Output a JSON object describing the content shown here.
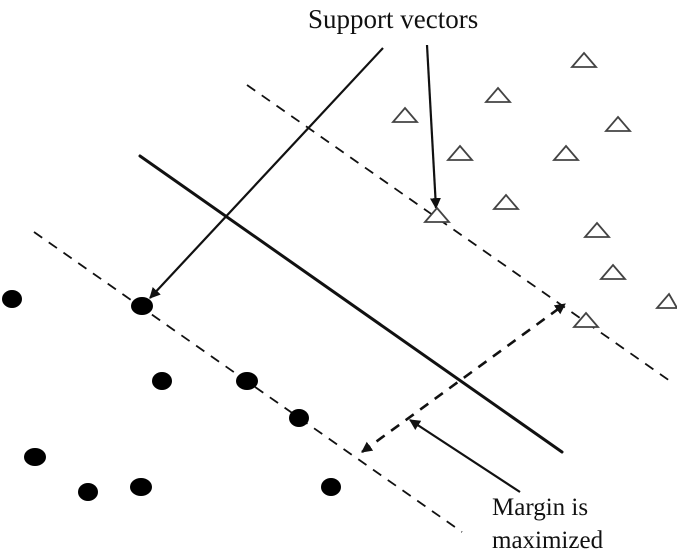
{
  "labels": {
    "support_vectors": "Support vectors",
    "margin_line1": "Margin is",
    "margin_line2": "maximized"
  }
}
